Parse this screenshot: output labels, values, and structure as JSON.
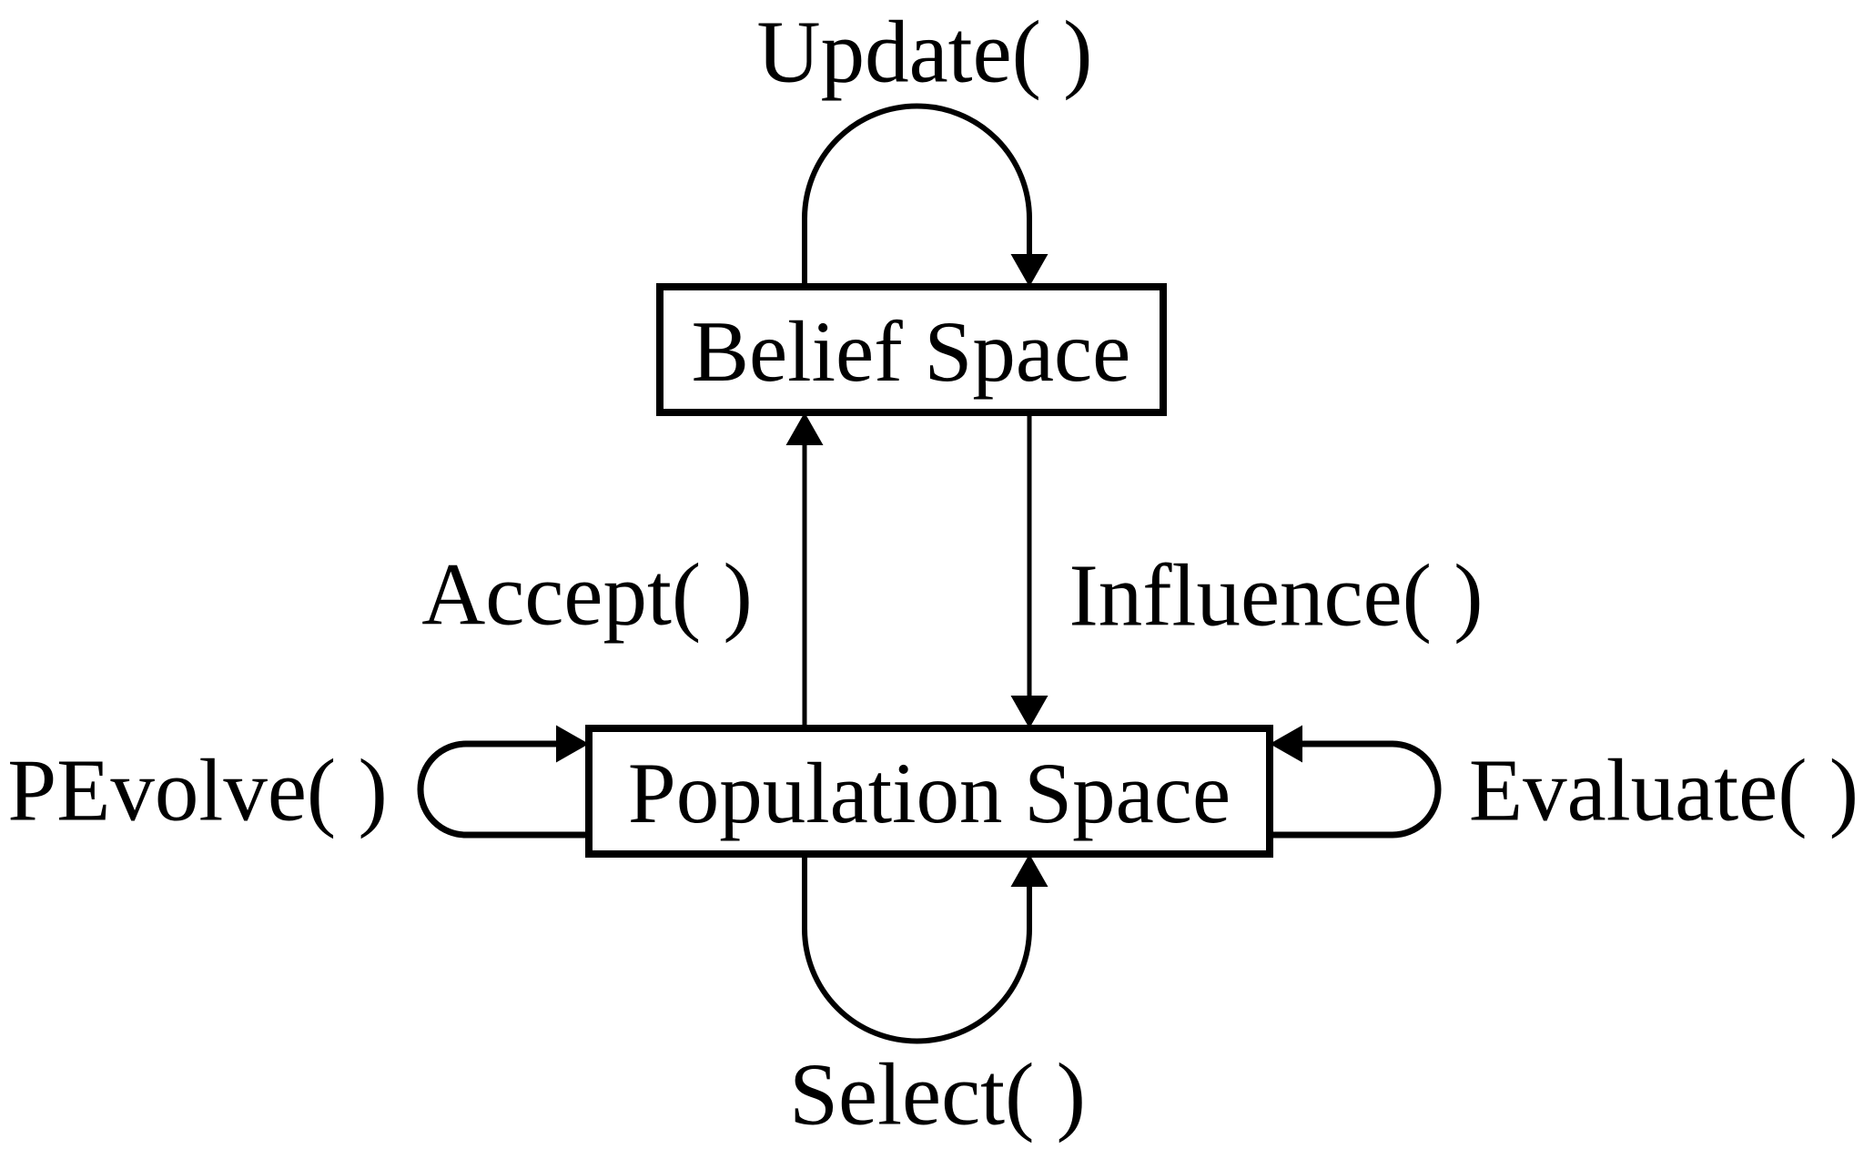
{
  "colors": {
    "ink": "#000000",
    "background": "#ffffff"
  },
  "nodes": {
    "belief": {
      "label": "Belief Space"
    },
    "population": {
      "label": "Population Space"
    }
  },
  "edges": {
    "update": {
      "label": "Update( )",
      "from": "belief",
      "to": "belief"
    },
    "accept": {
      "label": "Accept( )",
      "from": "population",
      "to": "belief"
    },
    "influence": {
      "label": "Influence( )",
      "from": "belief",
      "to": "population"
    },
    "pevolve": {
      "label": "PEvolve( )",
      "from": "population",
      "to": "population"
    },
    "evaluate": {
      "label": "Evaluate( )",
      "from": "population",
      "to": "population"
    },
    "select": {
      "label": "Select( )",
      "from": "population",
      "to": "population"
    }
  }
}
